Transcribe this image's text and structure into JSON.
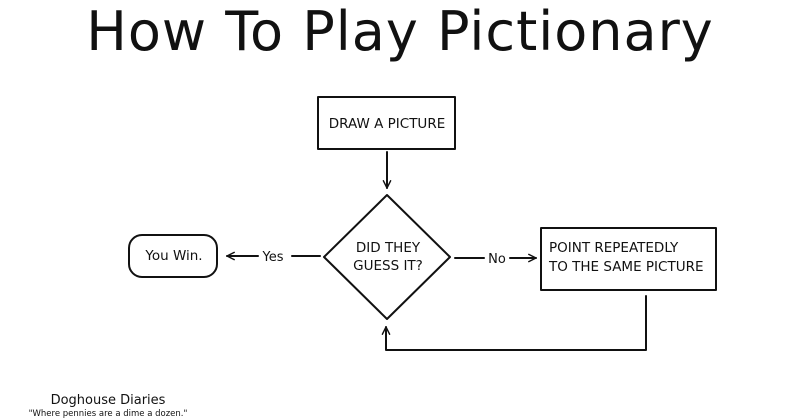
{
  "title": "How To Play Pictionary",
  "nodes": {
    "draw": "DRAW A PICTURE",
    "decision": [
      "DID THEY",
      "GUESS IT?"
    ],
    "win": "You Win.",
    "point": [
      "POINT REPEATEDLY",
      "TO THE SAME PICTURE"
    ]
  },
  "edges": {
    "yes": "Yes",
    "no": "No"
  },
  "footer": {
    "name": "Doghouse Diaries",
    "tagline": "\"Where pennies are a dime a dozen.\""
  }
}
